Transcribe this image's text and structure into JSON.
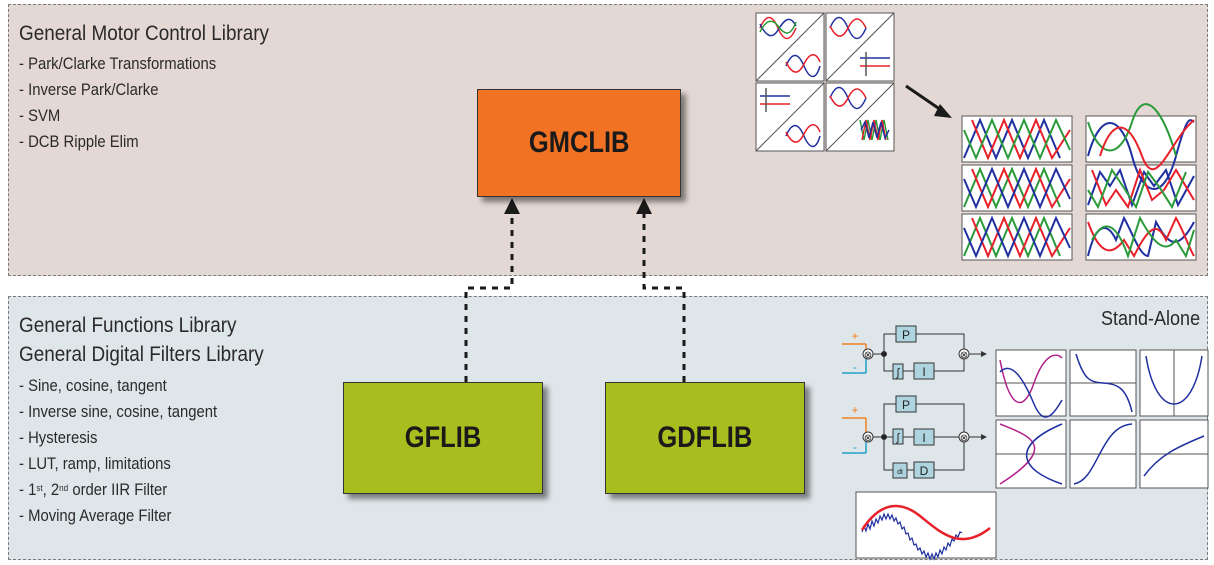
{
  "top": {
    "title": "General Motor Control Library",
    "items": [
      "- Park/Clarke Transformations",
      "- Inverse Park/Clarke",
      "- SVM",
      "- DCB Ripple Elim"
    ],
    "block_label": "GMCLIB"
  },
  "bottom": {
    "title1": "General Functions Library",
    "title2": "General Digital Filters Library",
    "items": [
      "- Sine, cosine, tangent",
      "- Inverse sine, cosine, tangent",
      "- Hysteresis",
      "- LUT, ramp, limitations"
    ],
    "iir": {
      "prefix": "- 1",
      "sup1": "st",
      "mid": ", 2",
      "sup2": "nd",
      "suffix": " order IIR Filter"
    },
    "last_item": "- Moving Average Filter",
    "gflib_label": "GFLIB",
    "gdflib_label": "GDFLIB",
    "standalone_label": "Stand-Alone"
  },
  "controller": {
    "p": "P",
    "i": "I",
    "d": "D",
    "integral": "∫",
    "deriv": "dt",
    "plus": "+",
    "minus": "-"
  },
  "colors": {
    "gmclib": "#f07222",
    "lib_green": "#a8be1e",
    "top_bg": "#e3d8d3",
    "bottom_bg": "#dfe6e9",
    "phase_red": "#e8202a",
    "phase_green": "#2a9a3a",
    "phase_blue": "#2030a0",
    "input_orange": "#f08020",
    "input_cyan": "#20a0c8",
    "block_fill": "#aed4e0"
  }
}
